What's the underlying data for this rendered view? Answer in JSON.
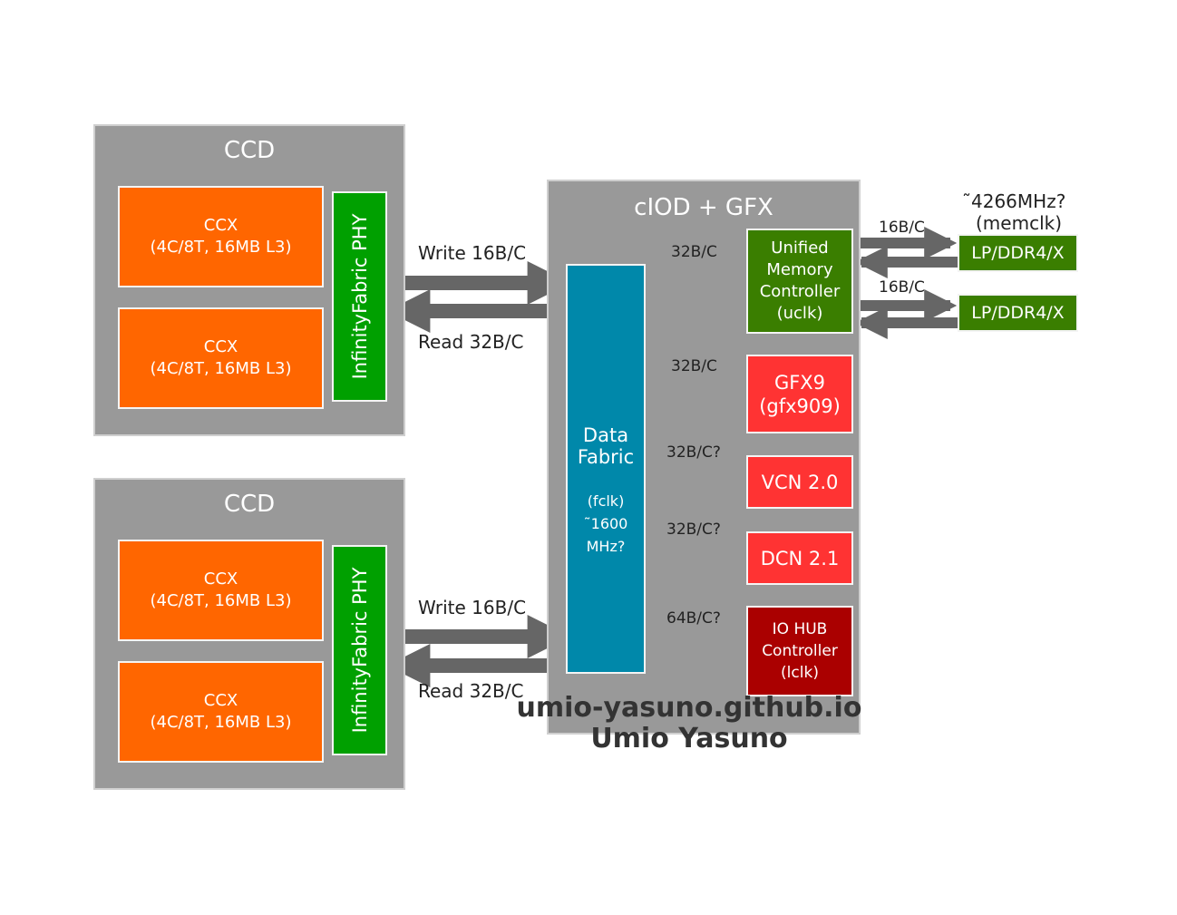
{
  "ccd_top": {
    "title": "CCD",
    "ccx": [
      {
        "line1": "CCX",
        "line2": "(4C/8T, 16MB L3)"
      },
      {
        "line1": "CCX",
        "line2": "(4C/8T, 16MB L3)"
      }
    ],
    "phy_label": "InfinityFabric PHY",
    "write_label": "Write 16B/C",
    "read_label": "Read 32B/C"
  },
  "ccd_bottom": {
    "title": "CCD",
    "ccx": [
      {
        "line1": "CCX",
        "line2": "(4C/8T, 16MB L3)"
      },
      {
        "line1": "CCX",
        "line2": "(4C/8T, 16MB L3)"
      }
    ],
    "phy_label": "InfinityFabric PHY",
    "write_label": "Write 16B/C",
    "read_label": "Read 32B/C"
  },
  "ciod": {
    "title": "cIOD + GFX",
    "data_fabric": {
      "line1": "Data",
      "line2": "Fabric",
      "line3": "(fclk)",
      "line4": "˜1600",
      "line5": "MHz?"
    },
    "umc": {
      "line1": "Unified",
      "line2": "Memory",
      "line3": "Controller",
      "line4": "(uclk)",
      "bw": "32B/C"
    },
    "gfx": {
      "line1": "GFX9",
      "line2": "(gfx909)",
      "bw": "32B/C"
    },
    "vcn": {
      "label": "VCN 2.0",
      "bw": "32B/C?"
    },
    "dcn": {
      "label": "DCN 2.1",
      "bw": "32B/C?"
    },
    "iohub": {
      "line1": "IO HUB",
      "line2": "Controller",
      "line3": "(lclk)",
      "bw": "64B/C?"
    }
  },
  "memory": {
    "freq_line1": "˜4266MHz?",
    "freq_line2": "(memclk)",
    "channels": [
      {
        "label": "LP/DDR4/X",
        "bw": "16B/C"
      },
      {
        "label": "LP/DDR4/X",
        "bw": "16B/C"
      }
    ]
  },
  "watermark": {
    "line1": "umio-yasuno.github.io",
    "line2": "Umio Yasuno"
  },
  "colors": {
    "ccd_bg": "#999999",
    "ccx": "#ff6600",
    "phy": "#00a000",
    "data_fabric": "#0088aa",
    "umc": "#3a7e00",
    "red_block": "#ff3333",
    "io_hub": "#aa0000",
    "arrow": "#666666"
  }
}
